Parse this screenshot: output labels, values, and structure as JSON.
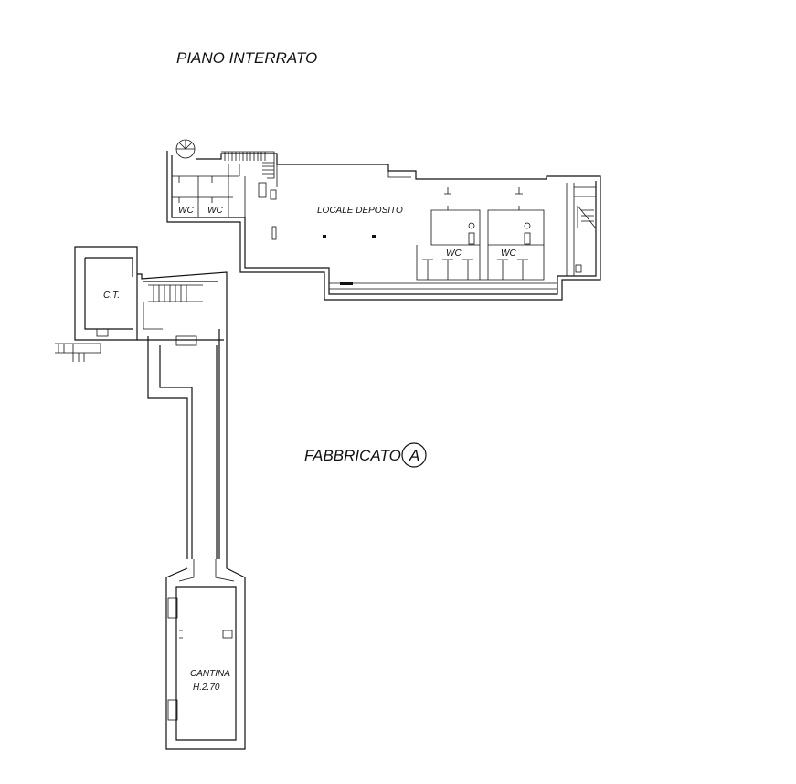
{
  "drawing": {
    "title": "PIANO  INTERRATO",
    "building_label": "FABBRICATO",
    "building_id": "A"
  },
  "rooms": {
    "wc_1": "WC",
    "wc_2": "WC",
    "locale_deposito": "LOCALE  DEPOSITO",
    "wc_3": "WC",
    "wc_4": "WC",
    "ct": "C.T.",
    "cantina": "CANTINA",
    "cantina_height": "H.2.70"
  },
  "colors": {
    "ink": "#111111",
    "paper": "#ffffff"
  }
}
